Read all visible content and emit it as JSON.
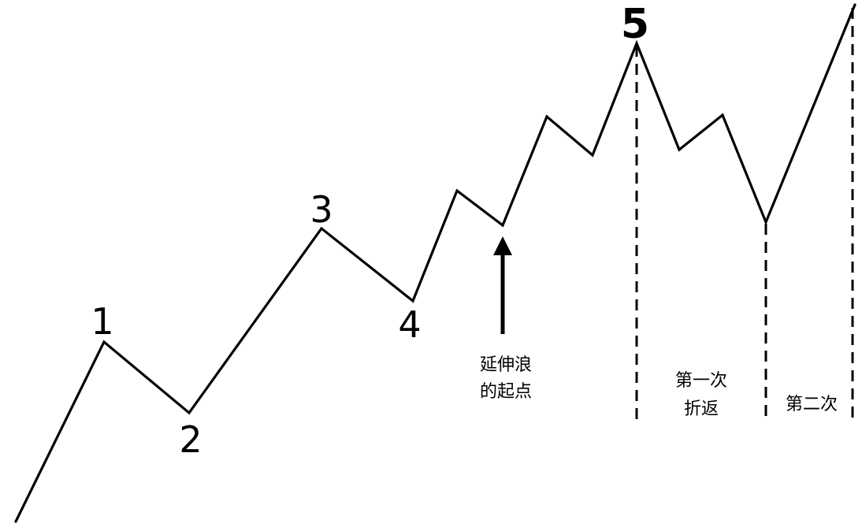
{
  "wave_labels": [
    "1",
    "2",
    "3",
    "4",
    "5"
  ],
  "extension_start_label": [
    "延伸浪",
    "的起点"
  ],
  "first_retracement_label": [
    "第一次",
    "折返"
  ],
  "second_retracement_label": [
    "第二次"
  ],
  "colors": {
    "line": "#000000",
    "background": "#ffffff"
  }
}
